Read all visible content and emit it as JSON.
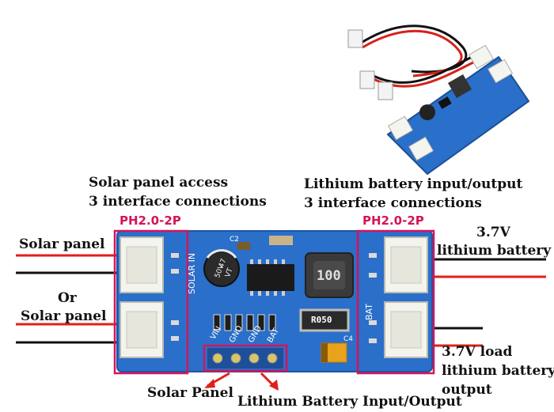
{
  "left_header": {
    "line1": "Solar panel access",
    "line2": "3 interface connections"
  },
  "right_header": {
    "line1": "Lithium battery input/output",
    "line2": "3 interface connections"
  },
  "connector_left": "PH2.0-2P",
  "connector_right": "PH2.0-2P",
  "left_labels": {
    "solar1": "Solar panel",
    "or": "Or",
    "solar2": "Solar panel"
  },
  "right_labels": {
    "battery_line1": "3.7V",
    "battery_line2": "lithium battery",
    "load_line1": "3.7V load",
    "load_line2": "lithium battery",
    "load_line3": "output"
  },
  "bottom_labels": {
    "solar": "Solar Panel",
    "battery": "Lithium Battery Input/Output"
  },
  "board": {
    "silk_solar_in": "SOLAR IN",
    "silk_bat": "BAT",
    "pins": [
      "VIN",
      "GND",
      "GND",
      "BAT"
    ],
    "cap_top": "47",
    "cap_mid": "50V",
    "cap_bot": "VT",
    "inductor": "100",
    "resistor": "R050",
    "c2": "C2",
    "c4": "C4",
    "plus": "+"
  },
  "colors": {
    "board": "#2a6fc9",
    "frame": "#d4145a",
    "wire_red": "#e0201a",
    "wire_black": "#111111"
  }
}
